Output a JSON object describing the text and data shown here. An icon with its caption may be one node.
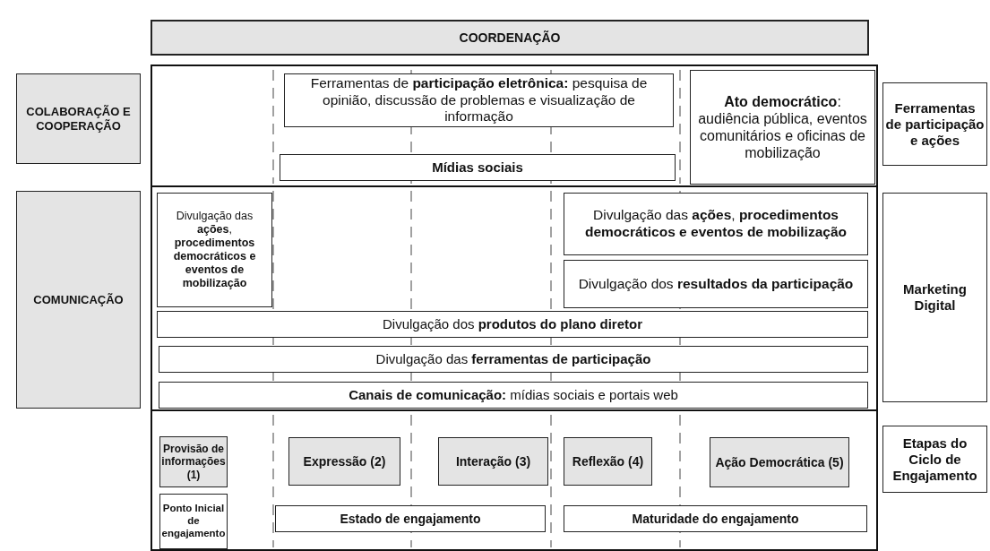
{
  "diagram": {
    "nodes": [
      {
        "text": [
          "COORDENAÇÃO"
        ]
      },
      {
        "text": [
          "COLABORAÇÃO E COOPERAÇÃO"
        ]
      },
      {
        "text": [],
        "shape": "box"
      },
      {
        "text": [
          "Ferramentas de **participação eletrônica:** pesquisa de opinião, discussão de problemas e visualização de informação"
        ],
        "in": 2
      },
      {
        "text": [
          "**Ato democrático**: audiência pública, eventos comunitários e  oficinas de mobilização"
        ],
        "in": 2
      },
      {
        "text": [
          "Mídias sociais"
        ],
        "in": 2
      },
      {
        "text": [
          "Ferramentas de participação e ações"
        ]
      },
      {
        "text": [
          "COMUNICAÇÃO"
        ]
      },
      {
        "text": [],
        "shape": "box"
      },
      {
        "text": [
          "Divulgação das **ações**, **procedimentos democráticos e eventos de mobilização**"
        ],
        "in": 8
      },
      {
        "text": [
          "Divulgação das **ações**, **procedimentos democráticos e eventos de mobilização**"
        ],
        "in": 8
      },
      {
        "text": [
          "Divulgação dos **resultados da participação**"
        ],
        "in": 8
      },
      {
        "text": [
          "Divulgação dos **produtos do plano diretor**"
        ],
        "in": 8
      },
      {
        "text": [
          "Divulgação das **ferramentas de participação**"
        ],
        "in": 8
      },
      {
        "text": [
          "**Canais de comunicação:** mídias sociais e portais web"
        ],
        "in": 8
      },
      {
        "text": [
          "Marketing Digital"
        ]
      },
      {
        "text": [],
        "shape": "box"
      },
      {
        "text": [
          "Provisão de informações (1)"
        ],
        "in": 16
      },
      {
        "text": [
          "Expressão (2)"
        ],
        "in": 16
      },
      {
        "text": [
          "Interação (3)"
        ],
        "in": 16
      },
      {
        "text": [
          "Reflexão (4)"
        ],
        "in": 16
      },
      {
        "text": [
          "Ação Democrática (5)"
        ],
        "in": 16
      },
      {
        "text": [
          "Ponto Inicial de engajamento"
        ],
        "in": 16
      },
      {
        "text": [
          "Estado de engajamento"
        ],
        "in": 16
      },
      {
        "text": [
          "Maturidade do engajamento"
        ],
        "in": 16
      },
      {
        "text": [
          "Etapas do Ciclo de Engajamento"
        ]
      }
    ],
    "edges": []
  }
}
